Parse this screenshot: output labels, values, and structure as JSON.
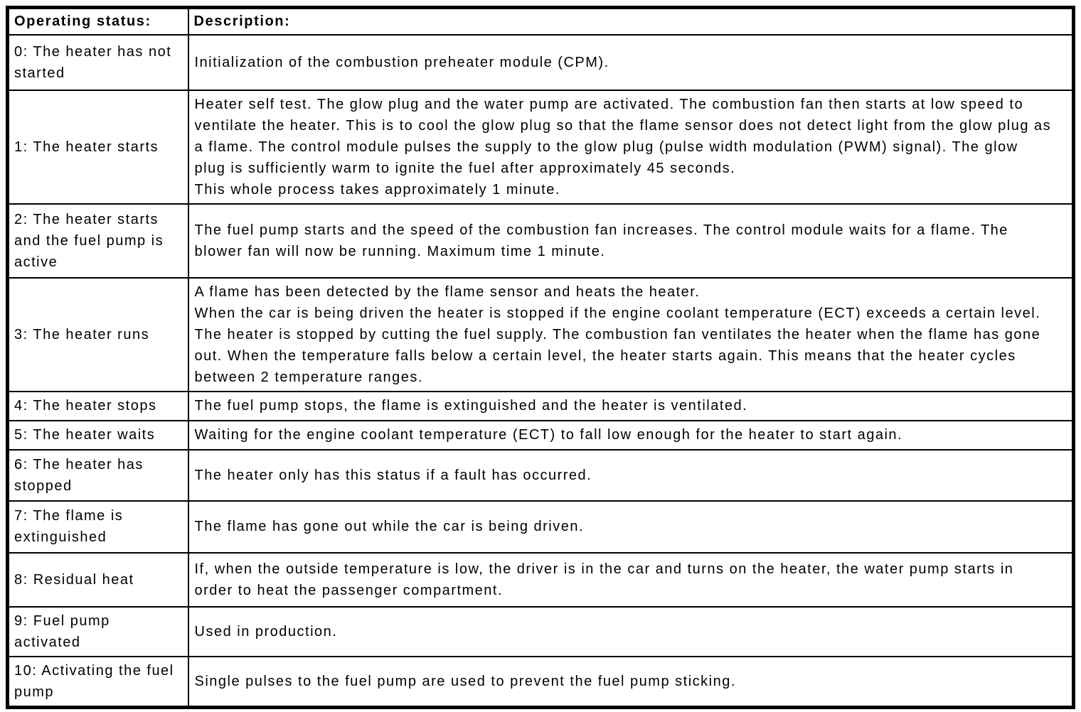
{
  "table": {
    "headers": {
      "status": "Operating status:",
      "description": "Description:"
    },
    "border_color": "#000000",
    "background_color": "#ffffff",
    "rows": [
      {
        "status": "0: The heater has not started",
        "description": "Initialization of the combustion preheater module (CPM)."
      },
      {
        "status": "1: The heater starts",
        "description": "Heater self test. The glow plug and the water pump are activated. The combustion fan then starts at low speed to ventilate the heater. This is to cool the glow plug so that the flame sensor does not detect light from the glow plug as a flame. The control module pulses the supply to the glow plug (pulse width modulation (PWM) signal). The glow plug is sufficiently warm to ignite the fuel after approximately 45 seconds.\nThis whole process takes approximately 1 minute."
      },
      {
        "status": "2: The heater starts and the fuel pump is active",
        "description": "The fuel pump starts and the speed of the combustion fan increases. The control module waits for a flame. The blower fan will now be running. Maximum time 1 minute."
      },
      {
        "status": "3: The heater runs",
        "description": "A flame has been detected by the flame sensor and heats the heater.\nWhen the car is being driven the heater is stopped if the engine coolant temperature (ECT) exceeds a certain level. The heater is stopped by cutting the fuel supply. The combustion fan ventilates the heater when the flame has gone out. When the temperature falls below a certain level, the heater starts again. This means that the heater cycles between 2 temperature ranges."
      },
      {
        "status": "4: The heater stops",
        "description": "The fuel pump stops, the flame is extinguished and the heater is ventilated."
      },
      {
        "status": "5: The heater waits",
        "description": "Waiting for the engine coolant temperature (ECT) to fall low enough for the heater to start again."
      },
      {
        "status": "6: The heater has stopped",
        "description": "The heater only has this status if a fault has occurred."
      },
      {
        "status": "7: The flame is extinguished",
        "description": "The flame has gone out while the car is being driven."
      },
      {
        "status": "8: Residual heat",
        "description": "If, when the outside temperature is low, the driver is in the car and turns on the heater, the water pump starts in order to heat the passenger compartment."
      },
      {
        "status": "9: Fuel pump activated",
        "description": "Used in production."
      },
      {
        "status": "10: Activating the fuel pump",
        "description": "Single pulses to the fuel pump are used to prevent the fuel pump sticking."
      }
    ]
  }
}
